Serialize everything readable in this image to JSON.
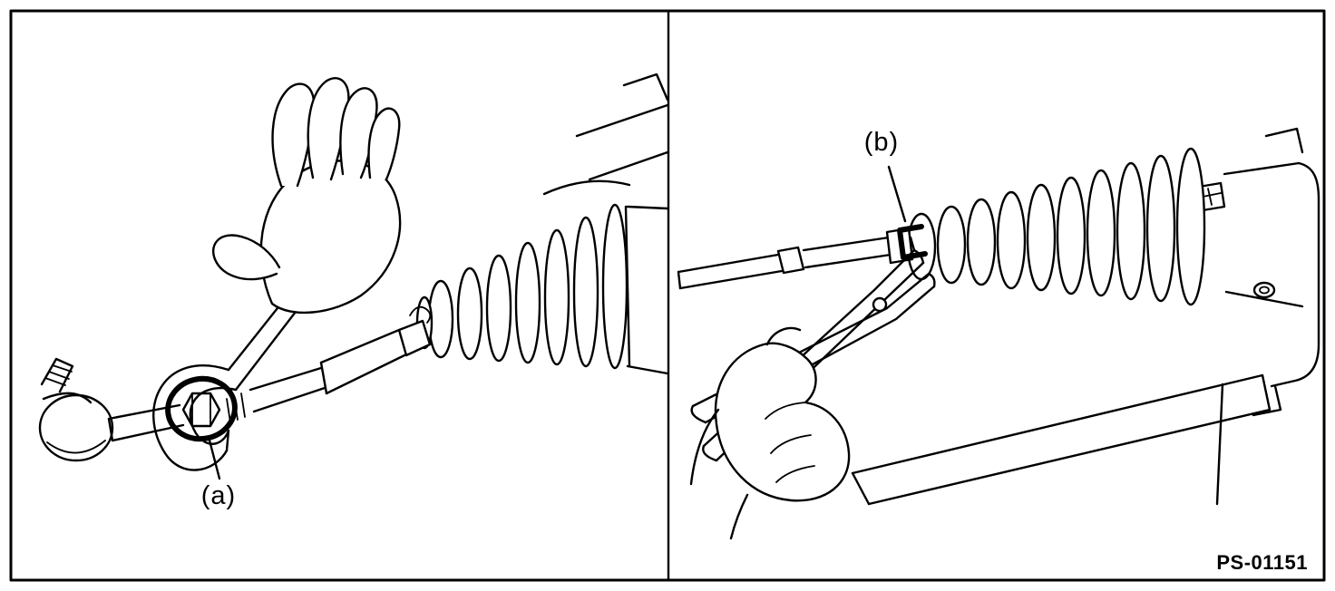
{
  "figure": {
    "code": "PS-01151",
    "callouts": {
      "a": "(a)",
      "b": "(b)"
    },
    "colors": {
      "line": "#000000",
      "background": "#ffffff"
    }
  }
}
